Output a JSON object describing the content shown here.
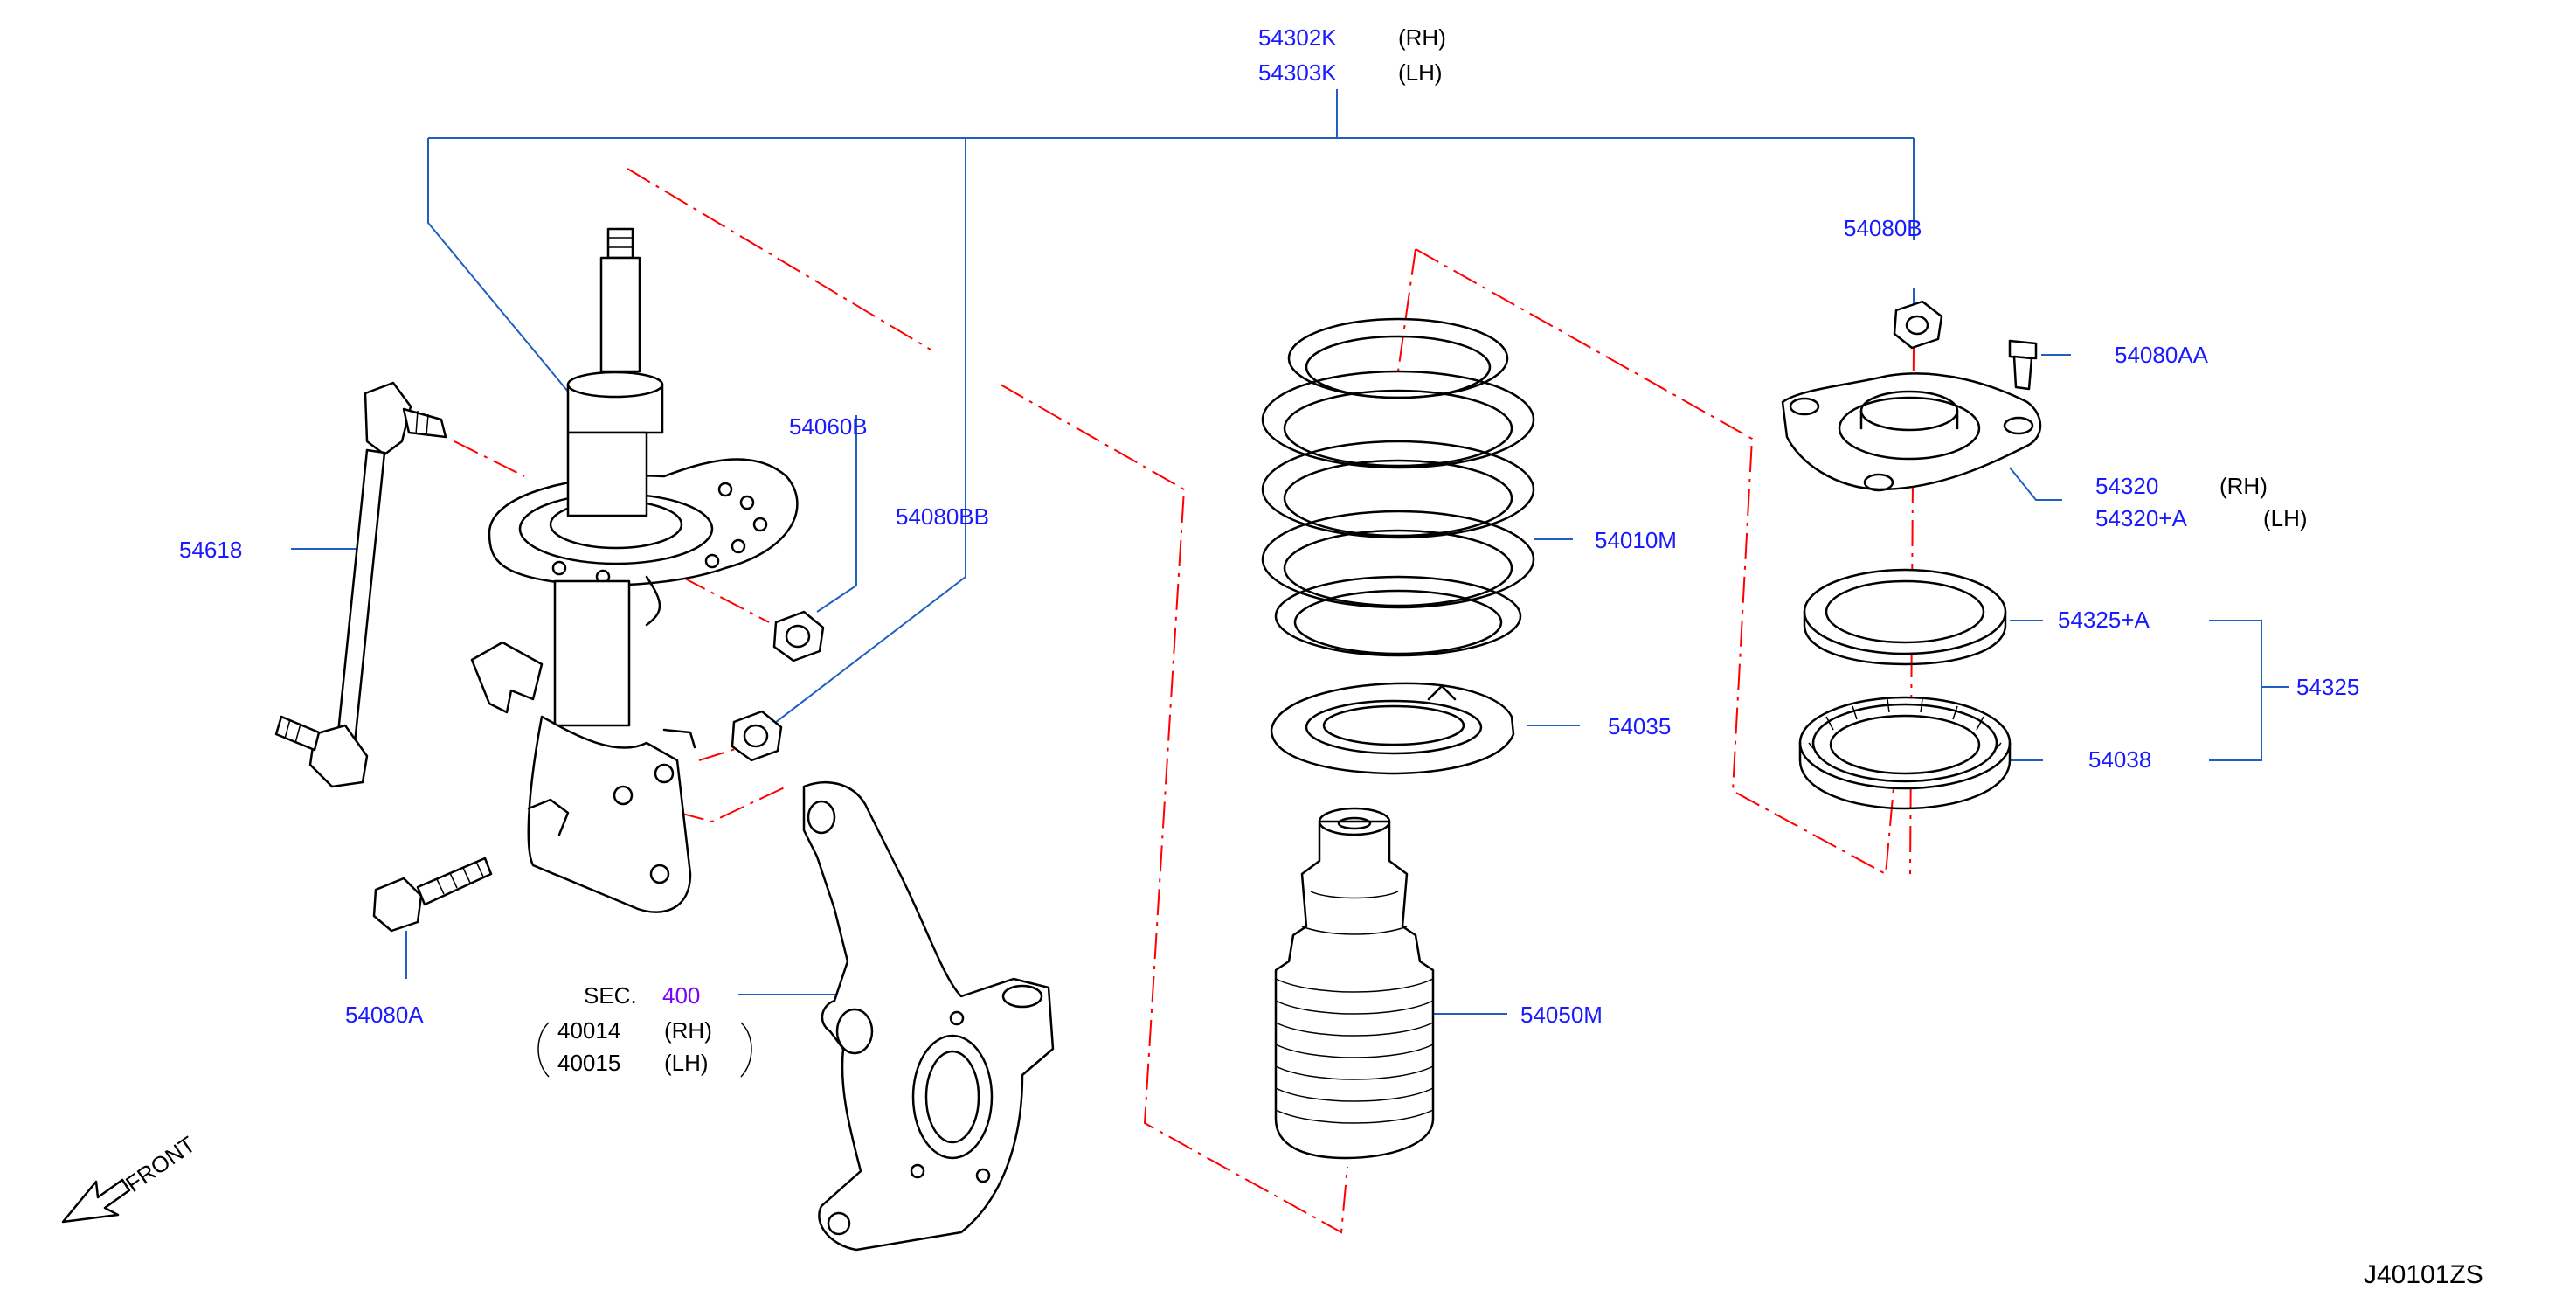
{
  "diagram_id": "J40101ZS",
  "front_label": "FRONT",
  "colors": {
    "part_number": "#1a1aff",
    "section_ref": "#7a00ff",
    "leader": "#1f5fbf",
    "phantom_line": "#ff0000"
  },
  "strut_assembly": {
    "rh_number": "54302K",
    "rh_side": "(RH)",
    "lh_number": "54303K",
    "lh_side": "(LH)"
  },
  "parts": {
    "p54080b": "54080B",
    "p54080aa": "54080AA",
    "p54060b": "54060B",
    "p54080bb": "54080BB",
    "p54618": "54618",
    "p54010m": "54010M",
    "p54035": "54035",
    "p54050m": "54050M",
    "p54080a": "54080A",
    "p54325a": "54325+A",
    "p54325": "54325",
    "p54038": "54038"
  },
  "mount": {
    "rh_number": "54320",
    "rh_side": "(RH)",
    "lh_number": "54320+A",
    "lh_side": "(LH)"
  },
  "knuckle": {
    "sec_prefix": "SEC.",
    "sec_number": "400",
    "rh_number": "40014",
    "rh_side": "(RH)",
    "lh_number": "40015",
    "lh_side": "(LH)"
  }
}
